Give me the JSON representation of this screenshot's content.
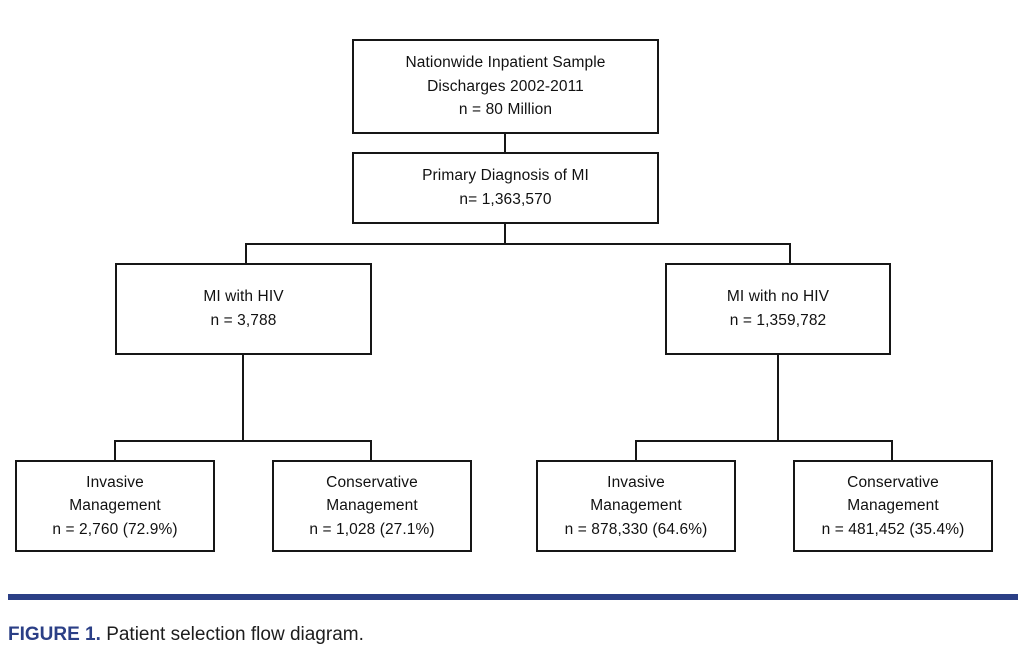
{
  "figure": {
    "label": "FIGURE 1.",
    "caption": "Patient selection flow diagram.",
    "rule_color": "#2b3f86",
    "label_color": "#2b3f86"
  },
  "flowchart": {
    "nodes": {
      "root": {
        "line1": "Nationwide Inpatient Sample",
        "line2": "Discharges 2002-2011",
        "line3": "n = 80 Million"
      },
      "primary_mi": {
        "line1": "Primary Diagnosis of MI",
        "line2": "n= 1,363,570"
      },
      "mi_with_hiv": {
        "line1": "MI with HIV",
        "line2": "n = 3,788"
      },
      "mi_no_hiv": {
        "line1": "MI with no HIV",
        "line2": "n = 1,359,782"
      },
      "hiv_invasive": {
        "line1": "Invasive",
        "line2": "Management",
        "line3": "n = 2,760 (72.9%)"
      },
      "hiv_conservative": {
        "line1": "Conservative",
        "line2": "Management",
        "line3": "n = 1,028 (27.1%)"
      },
      "nohiv_invasive": {
        "line1": "Invasive",
        "line2": "Management",
        "line3": "n = 878,330 (64.6%)"
      },
      "nohiv_conservative": {
        "line1": "Conservative",
        "line2": "Management",
        "line3": "n = 481,452 (35.4%)"
      }
    }
  },
  "chart_data": {
    "type": "diagram",
    "title": "Patient selection flow diagram",
    "levels": [
      {
        "level": 1,
        "nodes": [
          {
            "label": "Nationwide Inpatient Sample Discharges 2002-2011",
            "n": 80000000,
            "n_text": "n = 80 Million"
          }
        ]
      },
      {
        "level": 2,
        "nodes": [
          {
            "label": "Primary Diagnosis of MI",
            "n": 1363570,
            "n_text": "n= 1,363,570"
          }
        ]
      },
      {
        "level": 3,
        "nodes": [
          {
            "label": "MI with HIV",
            "n": 3788,
            "n_text": "n = 3,788"
          },
          {
            "label": "MI with no HIV",
            "n": 1359782,
            "n_text": "n = 1,359,782"
          }
        ]
      },
      {
        "level": 4,
        "nodes": [
          {
            "label": "Invasive Management",
            "parent": "MI with HIV",
            "n": 2760,
            "percent": 72.9,
            "n_text": "n = 2,760 (72.9%)"
          },
          {
            "label": "Conservative Management",
            "parent": "MI with HIV",
            "n": 1028,
            "percent": 27.1,
            "n_text": "n = 1,028 (27.1%)"
          },
          {
            "label": "Invasive Management",
            "parent": "MI with no HIV",
            "n": 878330,
            "percent": 64.6,
            "n_text": "n = 878,330 (64.6%)"
          },
          {
            "label": "Conservative Management",
            "parent": "MI with no HIV",
            "n": 481452,
            "percent": 35.4,
            "n_text": "n = 481,452 (35.4%)"
          }
        ]
      }
    ],
    "edges": [
      {
        "from": "Nationwide Inpatient Sample Discharges 2002-2011",
        "to": "Primary Diagnosis of MI"
      },
      {
        "from": "Primary Diagnosis of MI",
        "to": "MI with HIV"
      },
      {
        "from": "Primary Diagnosis of MI",
        "to": "MI with no HIV"
      },
      {
        "from": "MI with HIV",
        "to": "Invasive Management (HIV)"
      },
      {
        "from": "MI with HIV",
        "to": "Conservative Management (HIV)"
      },
      {
        "from": "MI with no HIV",
        "to": "Invasive Management (no HIV)"
      },
      {
        "from": "MI with no HIV",
        "to": "Conservative Management (no HIV)"
      }
    ]
  }
}
